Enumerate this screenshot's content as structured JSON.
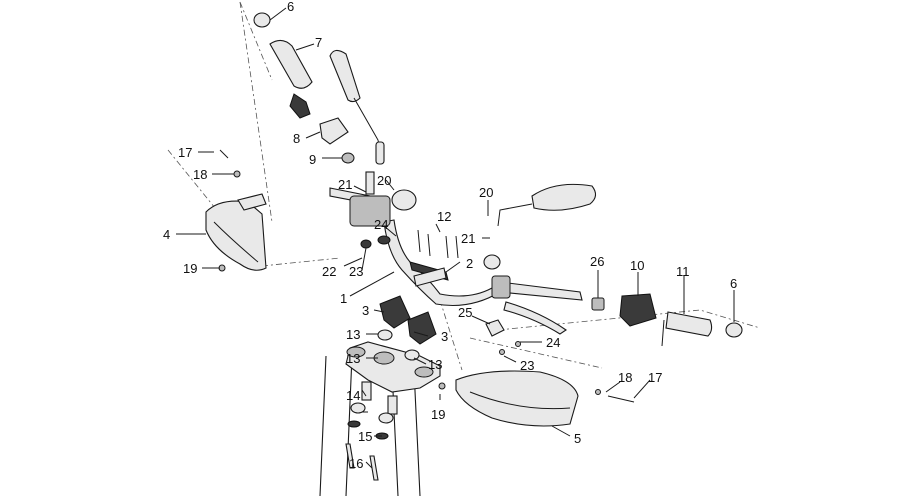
{
  "labels": [
    {
      "id": "l6a",
      "text": "6"
    },
    {
      "id": "l7",
      "text": "7"
    },
    {
      "id": "l8",
      "text": "8"
    },
    {
      "id": "l9",
      "text": "9"
    },
    {
      "id": "l17a",
      "text": "17"
    },
    {
      "id": "l18a",
      "text": "18"
    },
    {
      "id": "l4",
      "text": "4"
    },
    {
      "id": "l19a",
      "text": "19"
    },
    {
      "id": "l21a",
      "text": "21"
    },
    {
      "id": "l20a",
      "text": "20"
    },
    {
      "id": "l24a",
      "text": "24"
    },
    {
      "id": "l12",
      "text": "12"
    },
    {
      "id": "l22",
      "text": "22"
    },
    {
      "id": "l23a",
      "text": "23"
    },
    {
      "id": "l2",
      "text": "2"
    },
    {
      "id": "l1",
      "text": "1"
    },
    {
      "id": "l3a",
      "text": "3"
    },
    {
      "id": "l3b",
      "text": "3"
    },
    {
      "id": "l13a",
      "text": "13"
    },
    {
      "id": "l13b",
      "text": "13"
    },
    {
      "id": "l13c",
      "text": "13"
    },
    {
      "id": "l14",
      "text": "14"
    },
    {
      "id": "l15",
      "text": "15"
    },
    {
      "id": "l16",
      "text": "16"
    },
    {
      "id": "l19b",
      "text": "19"
    },
    {
      "id": "l25",
      "text": "25"
    },
    {
      "id": "l24b",
      "text": "24"
    },
    {
      "id": "l23b",
      "text": "23"
    },
    {
      "id": "l20b",
      "text": "20"
    },
    {
      "id": "l21b",
      "text": "21"
    },
    {
      "id": "l26",
      "text": "26"
    },
    {
      "id": "l10",
      "text": "10"
    },
    {
      "id": "l11",
      "text": "11"
    },
    {
      "id": "l6b",
      "text": "6"
    },
    {
      "id": "l18b",
      "text": "18"
    },
    {
      "id": "l17b",
      "text": "17"
    },
    {
      "id": "l5",
      "text": "5"
    }
  ]
}
